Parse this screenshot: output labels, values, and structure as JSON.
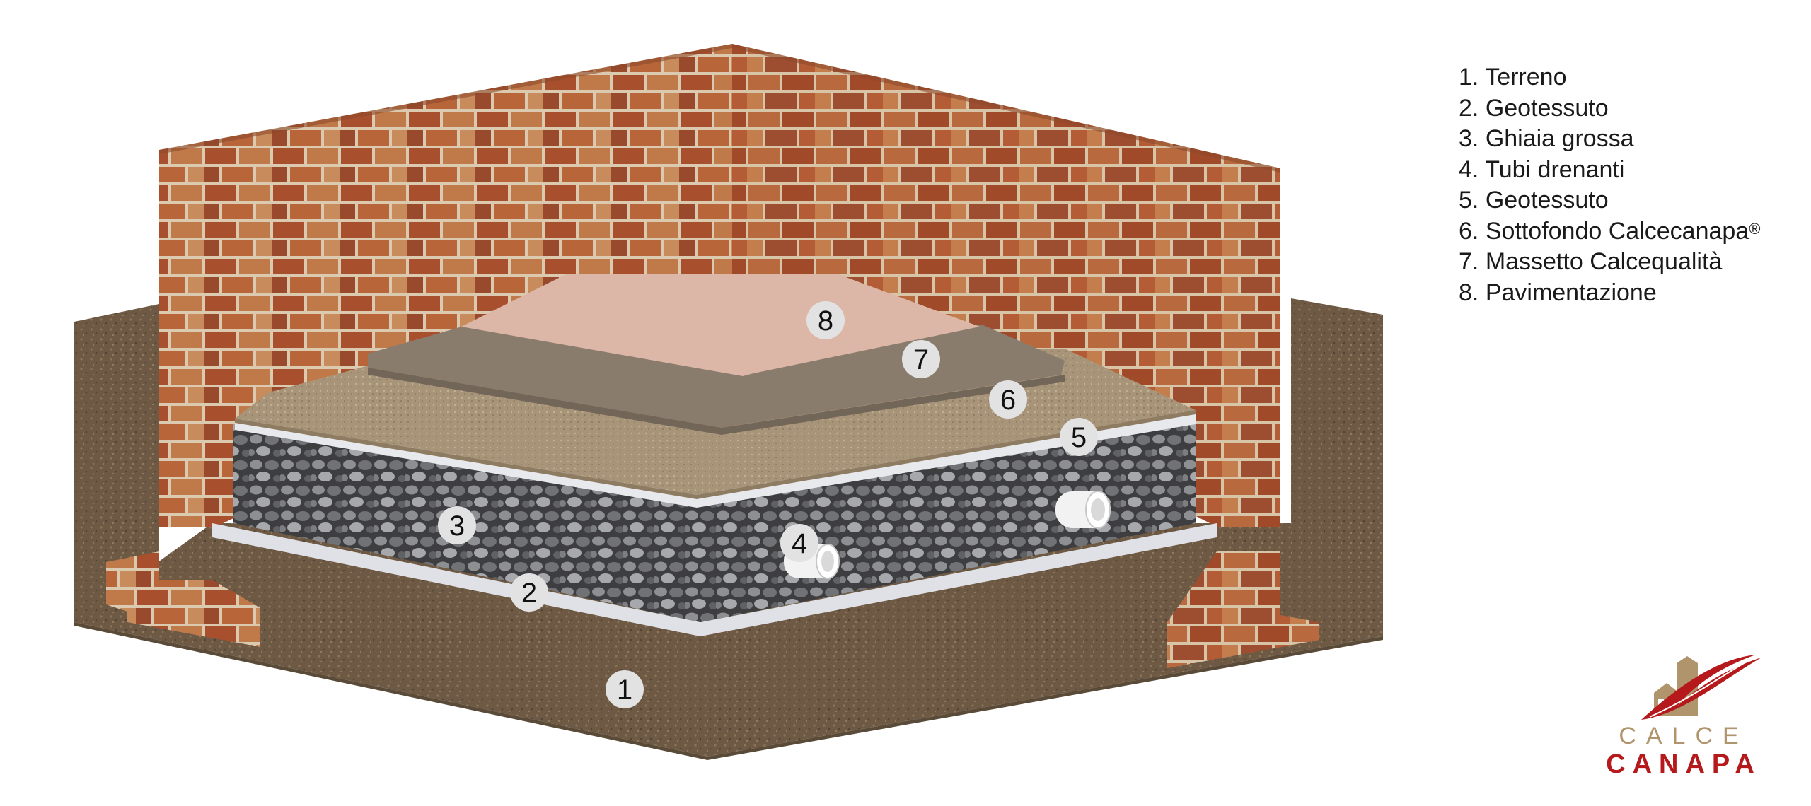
{
  "legend": [
    {
      "number": "1.",
      "label": "Terreno"
    },
    {
      "number": "2.",
      "label": "Geotessuto"
    },
    {
      "number": "3.",
      "label": "Ghiaia grossa"
    },
    {
      "number": "4.",
      "label": "Tubi drenanti"
    },
    {
      "number": "5.",
      "label": "Geotessuto"
    },
    {
      "number": "6.",
      "label": "Sottofondo Calcecanapa",
      "mark": "®"
    },
    {
      "number": "7.",
      "label": "Massetto Calcequalità"
    },
    {
      "number": "8.",
      "label": "Pavimentazione"
    }
  ],
  "callouts": [
    "1",
    "2",
    "3",
    "4",
    "5",
    "6",
    "7",
    "8"
  ],
  "logo": {
    "line1": "CALCE",
    "line2": "CANAPA"
  },
  "colors": {
    "soil": "#6e5a44",
    "brick": "#a4502e",
    "gravel": "#5c5c5c",
    "geotextile": "#dfe1e6",
    "hemp_base": "#a89478",
    "screed": "#8a7c6c",
    "floor": "#dcb6a6",
    "logo_beige": "#b0946c",
    "logo_red": "#b5191c"
  }
}
